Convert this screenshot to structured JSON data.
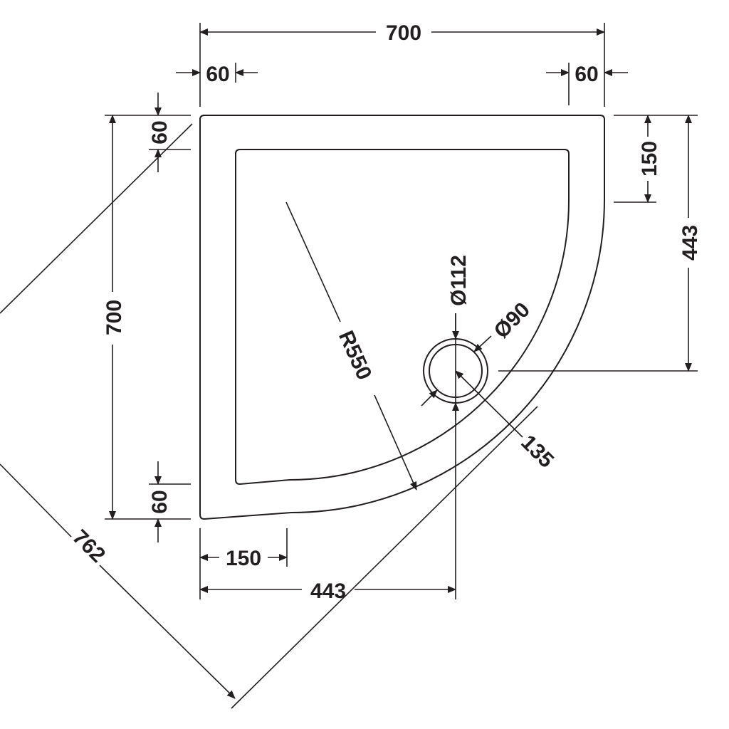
{
  "dimensions": {
    "overall_width": "700",
    "left_rim": "60",
    "right_rim": "60",
    "top_rim": "60",
    "bottom_rim": "60",
    "overall_height": "700",
    "straight_right": "150",
    "straight_bottom": "150",
    "waste_offset_right": "443",
    "waste_offset_bottom": "443",
    "radius": "R550",
    "outer_waste_dia": "Ø112",
    "inner_waste_dia": "Ø90",
    "waste_to_edge": "135",
    "diagonal": "762"
  },
  "colors": {
    "line": "#231f20",
    "background": "#ffffff"
  }
}
